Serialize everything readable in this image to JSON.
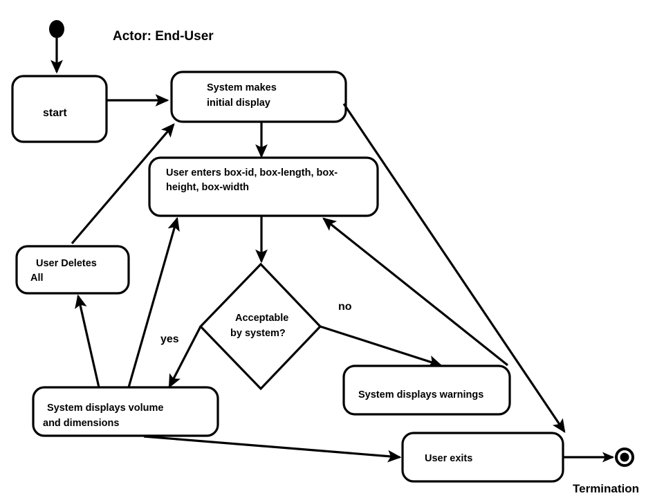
{
  "diagram": {
    "title_note": "Actor:  End-User",
    "colors": {
      "stroke": "#000000",
      "background": "#ffffff",
      "node_fill": "#ffffff"
    },
    "initial_node": {
      "name": "initial-node",
      "label": ""
    },
    "final_node": {
      "name": "final-node",
      "label": "Termination"
    },
    "nodes": [
      {
        "id": "start",
        "label": "start"
      },
      {
        "id": "display",
        "line1": "System makes",
        "line2": "initial display"
      },
      {
        "id": "enter",
        "line1": "User enters  box-id,  box-length, box-",
        "line2": "height, box-width"
      },
      {
        "id": "delete",
        "line1": "User Deletes",
        "line2": "All"
      },
      {
        "id": "volume",
        "line1": "System displays volume",
        "line2": "and dimensions"
      },
      {
        "id": "warnings",
        "label": "System displays warnings"
      },
      {
        "id": "exits",
        "label": "User  exits"
      }
    ],
    "decision": {
      "line1": "Acceptable",
      "line2": "by  system?"
    },
    "guards": {
      "yes": "yes",
      "no": "no"
    }
  }
}
